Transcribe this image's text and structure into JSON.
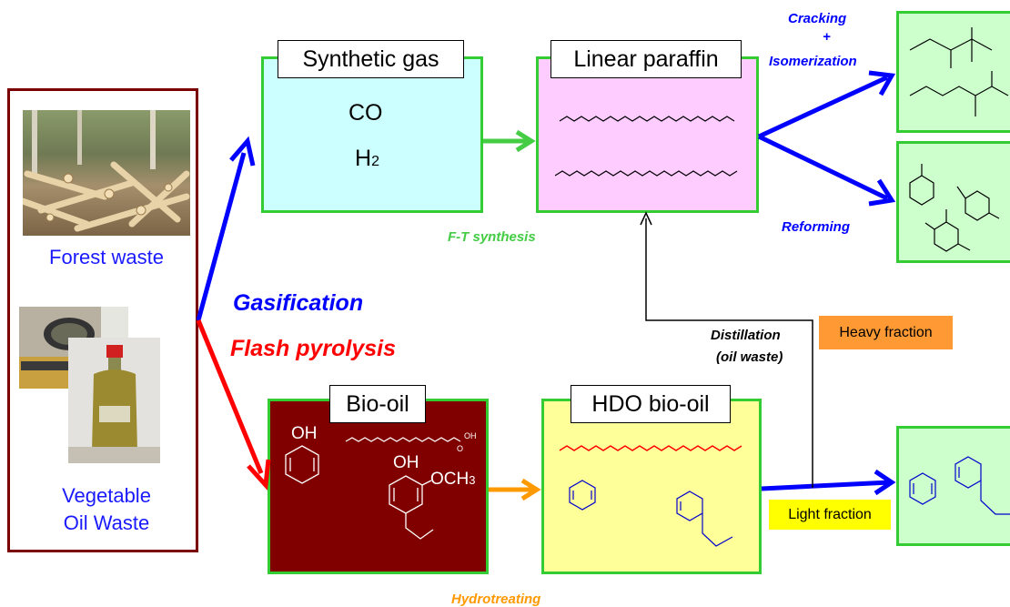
{
  "feedstock": {
    "forest_label": "Forest waste",
    "oil_label_line1": "Vegetable",
    "oil_label_line2": "Oil Waste"
  },
  "syngas": {
    "title": "Synthetic gas",
    "species1": "CO",
    "species2": "H",
    "species2_sub": "2"
  },
  "paraffin": {
    "title": "Linear paraffin"
  },
  "biooil": {
    "title": "Bio-oil",
    "oh1": "OH",
    "oh2": "OH",
    "och3": "OCH",
    "och3_sub": "3",
    "acid_o": "O",
    "acid_oh": "OH"
  },
  "hdo": {
    "title": "HDO bio-oil"
  },
  "processes": {
    "gasification": "Gasification",
    "flash_pyrolysis": "Flash pyrolysis",
    "ft_synthesis": "F-T synthesis",
    "cracking": "Cracking",
    "plus": "+",
    "isomerization": "Isomerization",
    "reforming": "Reforming",
    "distillation_line1": "Distillation",
    "distillation_line2": "(oil waste)",
    "hydrotreating": "Hydrotreating"
  },
  "fractions": {
    "heavy": "Heavy fraction",
    "light": "Light fraction"
  },
  "colors": {
    "gasification_arrow": "#0000ff",
    "pyrolysis_arrow": "#ff0000",
    "ft_arrow": "#44cc44",
    "hydrotreating_arrow": "#ff9900",
    "syngas_fill": "#ccffff",
    "paraffin_fill": "#ffccff",
    "biooil_fill": "#800000",
    "hdo_fill": "#ffff99",
    "product_fill": "#ccffcc",
    "box_border": "#33cc33",
    "heavy_fill": "#ff9933",
    "light_fill": "#ffff00"
  }
}
